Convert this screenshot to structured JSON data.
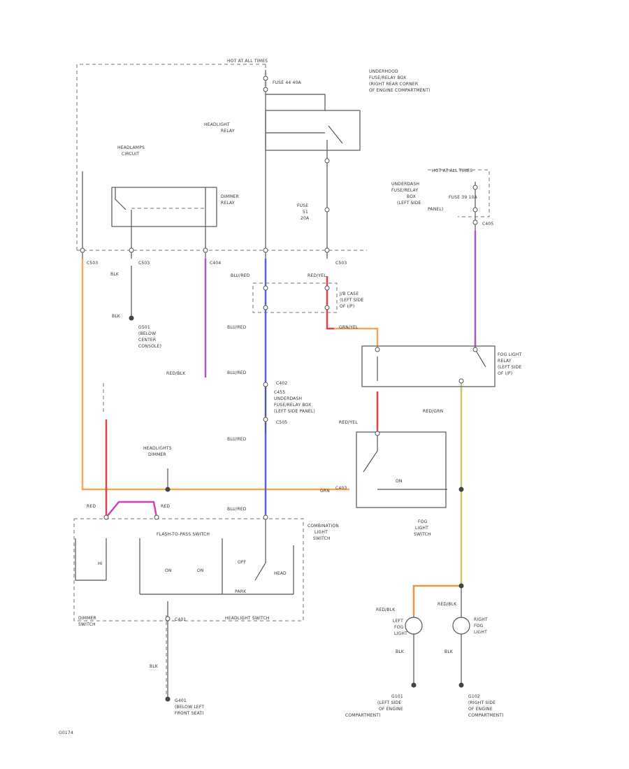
{
  "diagram": {
    "hot_top": "HOT AT ALL TIMES",
    "hot_right": "HOT AT ALL TIMES",
    "fuse_headlight": "FUSE 44 40A",
    "underhood_box_right": [
      "UNDERHOOD",
      "FUSE/RELAY BOX",
      "(RIGHT REAR CORNER",
      "OF ENGINE COMPARTMENT)"
    ],
    "headlight_relay": [
      "HEADLIGHT",
      "RELAY"
    ],
    "headlamps_circuit": [
      "HEADLAMPS",
      "CIRCUIT"
    ],
    "dimmer_relay": [
      "DIMMER",
      "RELAY"
    ],
    "fuse_fog": [
      "FUSE",
      "51",
      "20A"
    ],
    "underdash_box": [
      "UNDERDASH",
      "FUSE/RELAY",
      "BOX",
      "(LEFT SIDE",
      "PANEL)"
    ],
    "fuse_underdash": "FUSE 39 10A",
    "c_labels": [
      "C503",
      "C503",
      "C404",
      "C503",
      "C405",
      "C402",
      "C505",
      "C403",
      "C401"
    ],
    "wire_blk1": "BLK",
    "wire_blk2": "BLK",
    "g_left": [
      "G501",
      "(BELOW",
      "CENTER",
      "CONSOLE)"
    ],
    "wire_red_blk": "RED/BLK",
    "wire_blu_red_labels": [
      "BLU/RED",
      "BLU/RED",
      "BLU/RED",
      "BLU/RED",
      "BLU/RED"
    ],
    "j_case": [
      "J/B CASE",
      "(LEFT SIDE",
      "OF I/P)"
    ],
    "wire_red_yel_labels": [
      "RED/YEL",
      "RED/YEL"
    ],
    "wire_grn_label": "GRN/YEL",
    "fog_relay": [
      "FOG LIGHT",
      "RELAY",
      "(LEFT SIDE",
      "OF I/P)"
    ],
    "underdash_box_left": [
      "C455",
      "UNDERDASH",
      "FUSE/RELAY BOX",
      "(LEFT SIDE PANEL)"
    ],
    "wire_red_grn": "RED/GRN",
    "headlights_ground": [
      "HEADLIGHTS",
      "DIMMER"
    ],
    "wire_grn": "GRN",
    "wire_red1": "RED",
    "wire_red2": "RED",
    "flash_to_pass": "FLASH-TO-PASS SWITCH",
    "combination_switch": [
      "COMBINATION",
      "LIGHT",
      "SWITCH"
    ],
    "fog_switch": [
      "FOG",
      "LIGHT",
      "SWITCH"
    ],
    "on_label": "ON",
    "on_labels_bottom": [
      "ON",
      "ON",
      "OFF",
      "PARK",
      "HEAD"
    ],
    "hi_label": "HI",
    "dimmer_switch": [
      "DIMMER",
      "SWITCH"
    ],
    "headlight_switch": "HEADLIGHT SWITCH",
    "wire_red_blk2": "RED/BLK",
    "wire_red_blk3": "RED/BLK",
    "left_fog": [
      "LEFT",
      "FOG",
      "LIGHT"
    ],
    "right_fog": [
      "RIGHT",
      "FOG",
      "LIGHT"
    ],
    "wire_blk_bottom": [
      "BLK",
      "BLK",
      "BLK"
    ],
    "g_bottom_left": [
      "G401",
      "(BELOW LEFT",
      "FRONT SEAT)"
    ],
    "g_bottom_mid": [
      "G101",
      "(LEFT SIDE",
      "OF ENGINE",
      "COMPARTMENT)"
    ],
    "g_bottom_right": [
      "G102",
      "(RIGHT SIDE",
      "OF ENGINE",
      "COMPARTMENT)"
    ],
    "figure_id": "G0174"
  },
  "colors": {
    "orange": "#f5a65b",
    "red": "#e8404a",
    "blue": "#5560e8",
    "purple": "#a45cc4",
    "yellow": "#c9c477",
    "magenta": "#d33db8",
    "line": "#555555"
  }
}
